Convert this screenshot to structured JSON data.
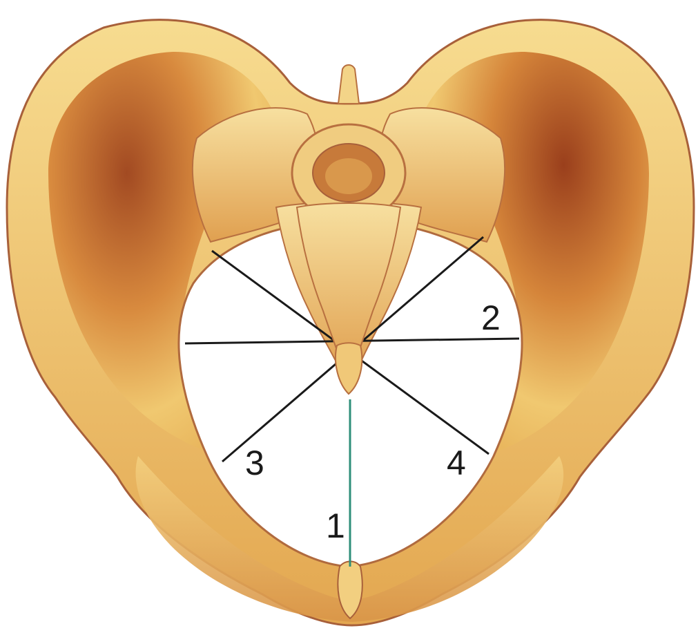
{
  "labels": {
    "one": "1",
    "two": "2",
    "three": "3",
    "four": "4"
  },
  "colors": {
    "bone_light": "#f6d98a",
    "bone_mid": "#e8ae52",
    "bone_dark": "#b8642a",
    "bone_shadow": "#8e3d1c",
    "outline": "#a8603a",
    "inlet": "#ffffff",
    "diameter_line": "#1a1a1a",
    "conjugate_line": "#2f8f7a"
  },
  "icons": {
    "pelvis": "pelvis-illustration"
  }
}
